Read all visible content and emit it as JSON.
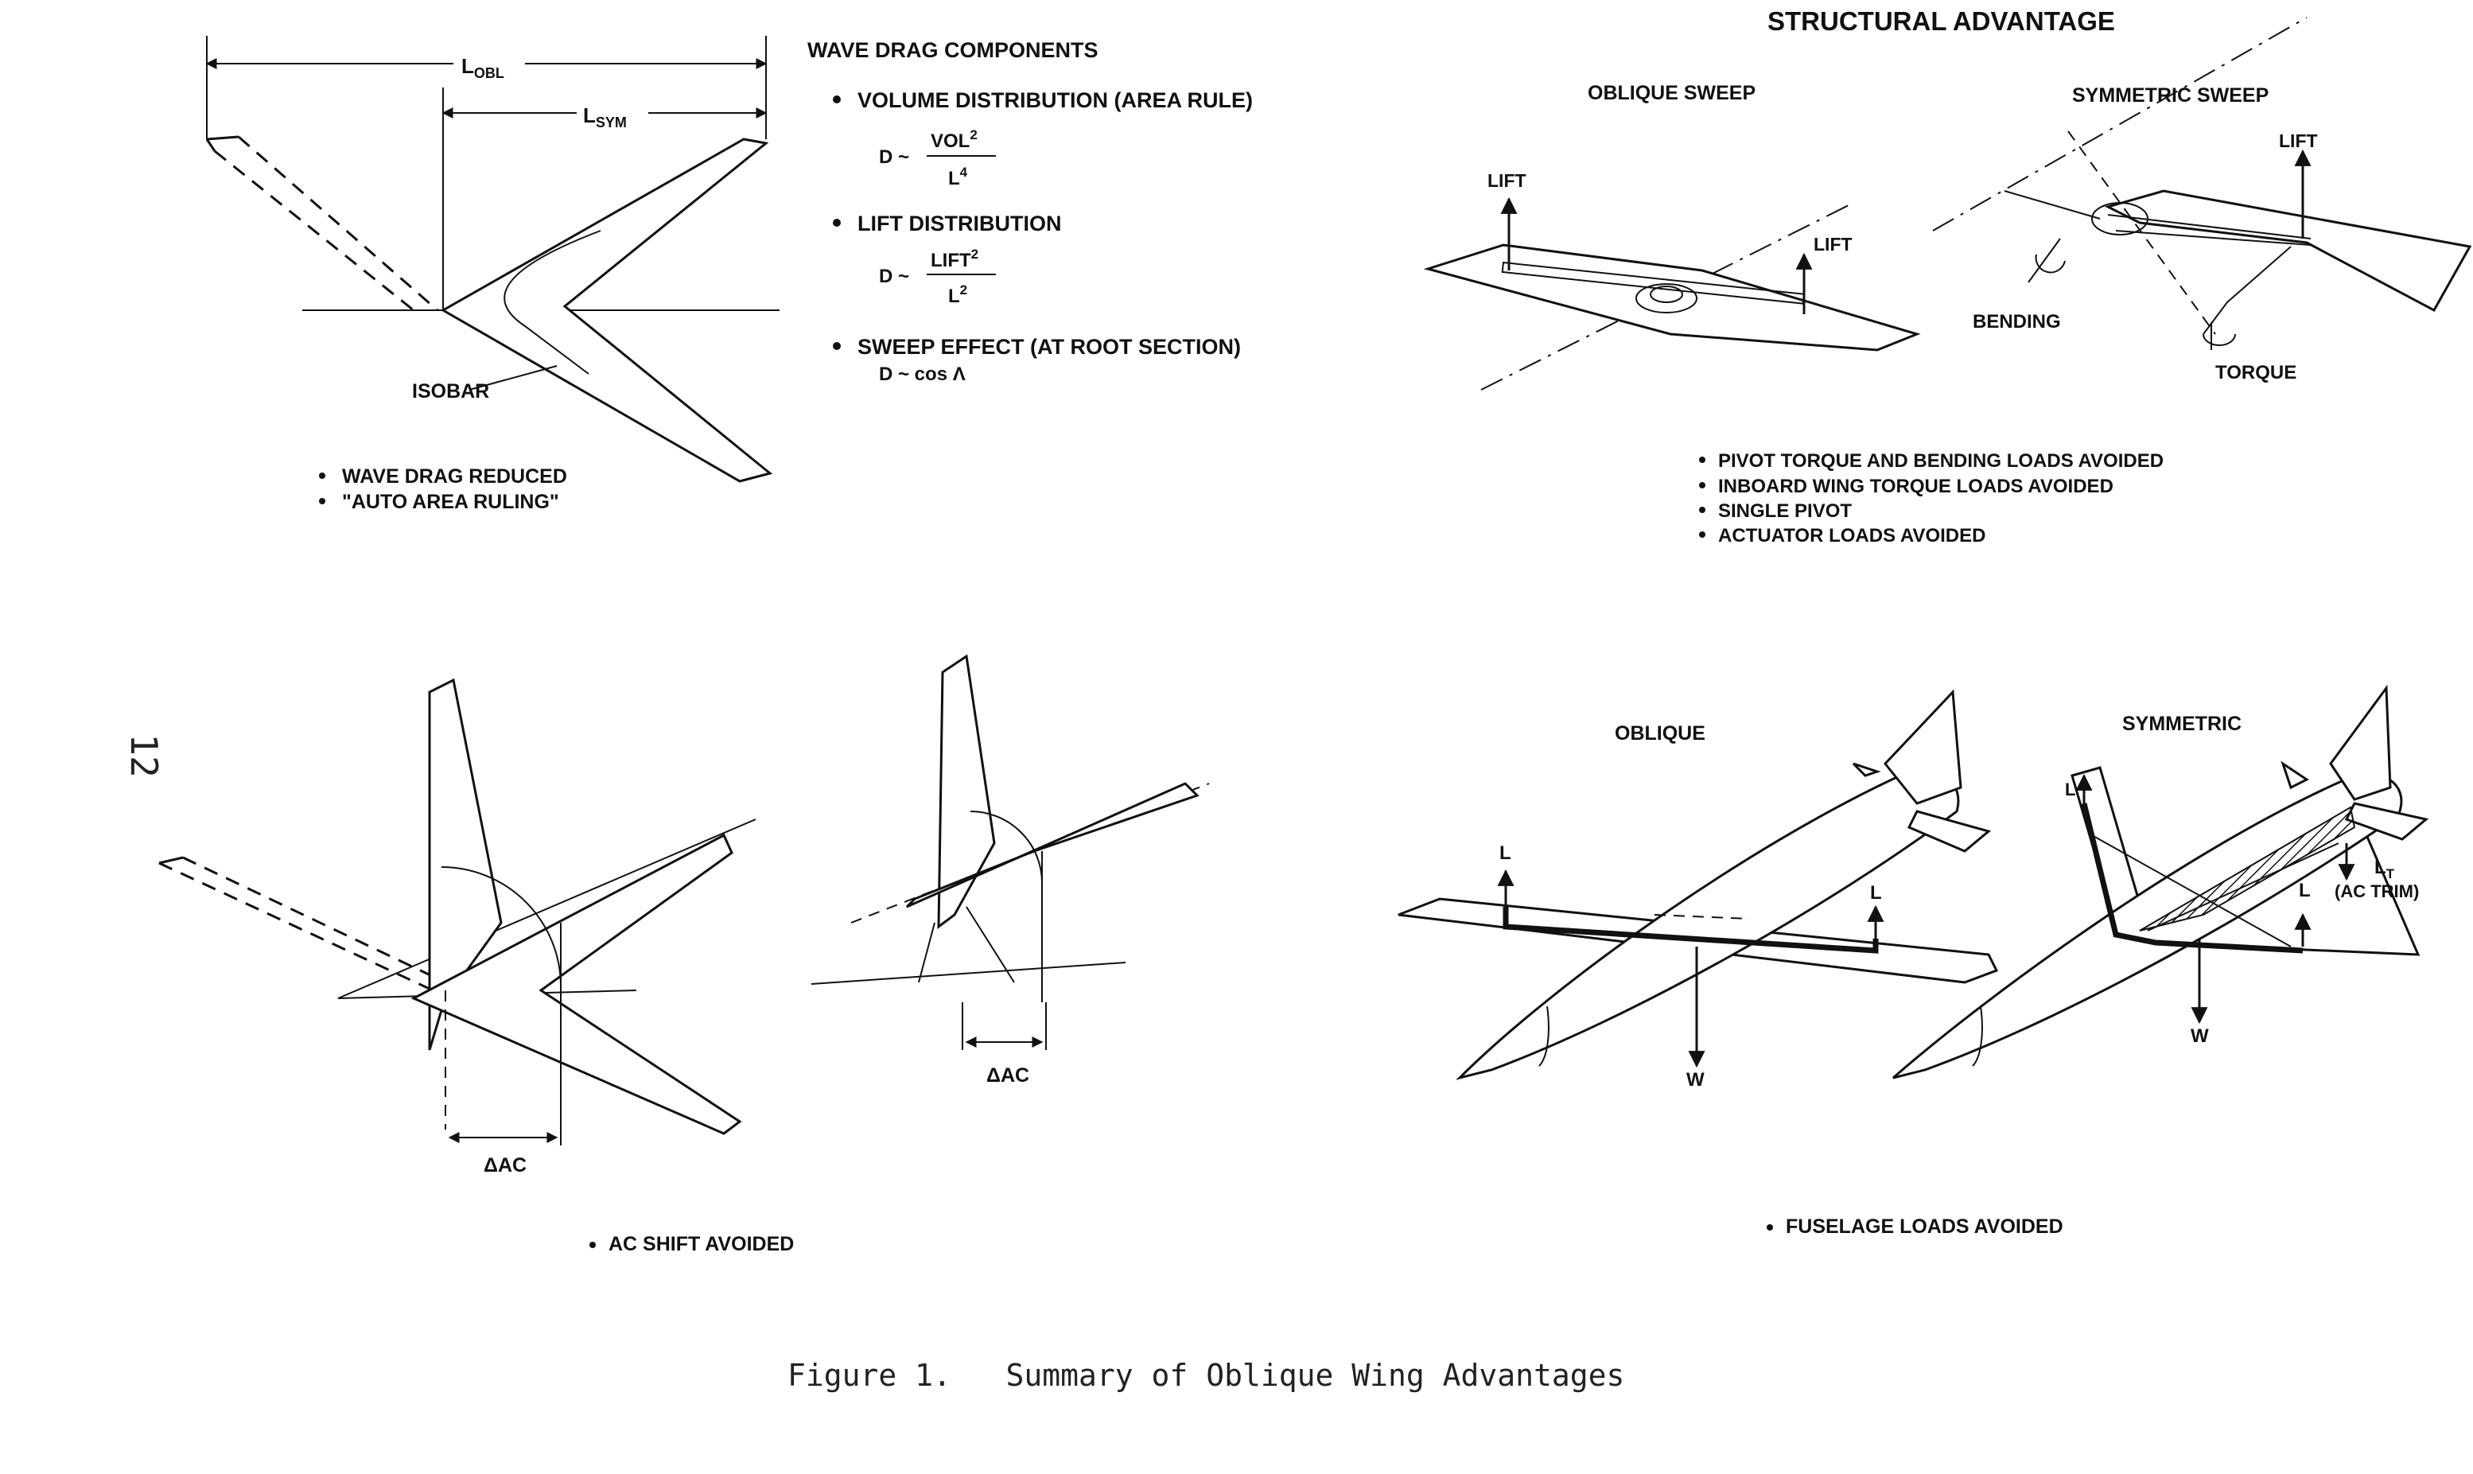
{
  "page_number": "12",
  "panel_wave_drag": {
    "dim_obl_label": "L",
    "dim_obl_sub": "OBL",
    "dim_sym_label": "L",
    "dim_sym_sub": "SYM",
    "isobar_label": "ISOBAR",
    "bullets": [
      "WAVE DRAG REDUCED",
      "\"AUTO AREA RULING\""
    ]
  },
  "wave_drag_components": {
    "title": "WAVE DRAG COMPONENTS",
    "items": [
      {
        "label": "VOLUME DISTRIBUTION (AREA RULE)",
        "lhs": "D ~",
        "num_base": "VOL",
        "num_exp": "2",
        "den_base": "L",
        "den_exp": "4"
      },
      {
        "label": "LIFT DISTRIBUTION",
        "lhs": "D ~",
        "num_base": "LIFT",
        "num_exp": "2",
        "den_base": "L",
        "den_exp": "2"
      },
      {
        "label": "SWEEP EFFECT (AT ROOT SECTION)",
        "formula": "D ~ cos Λ"
      }
    ]
  },
  "structural_advantage": {
    "title": "STRUCTURAL ADVANTAGE",
    "oblique_title": "OBLIQUE SWEEP",
    "symmetric_title": "SYMMETRIC SWEEP",
    "lift_left": "LIFT",
    "lift_right": "LIFT",
    "lift_sym": "LIFT",
    "bending": "BENDING",
    "torque": "TORQUE",
    "bullets": [
      "PIVOT TORQUE AND BENDING LOADS AVOIDED",
      "INBOARD WING TORQUE LOADS AVOIDED",
      "SINGLE PIVOT",
      "ACTUATOR LOADS AVOIDED"
    ]
  },
  "ac_shift": {
    "delta_ac_left": "ΔAC",
    "delta_ac_right": "ΔAC",
    "bullet": "AC SHIFT AVOIDED"
  },
  "fuselage": {
    "oblique_title": "OBLIQUE",
    "symmetric_title": "SYMMETRIC",
    "l_left": "L",
    "l_right": "L",
    "w_oblique": "W",
    "l_sym_left": "L",
    "l_sym_right": "L",
    "lt_label": "L",
    "lt_sub": "T",
    "ac_trim": "(AC TRIM)",
    "w_symmetric": "W",
    "bullet": "FUSELAGE LOADS AVOIDED"
  },
  "caption": "Figure 1.   Summary of Oblique Wing Advantages"
}
